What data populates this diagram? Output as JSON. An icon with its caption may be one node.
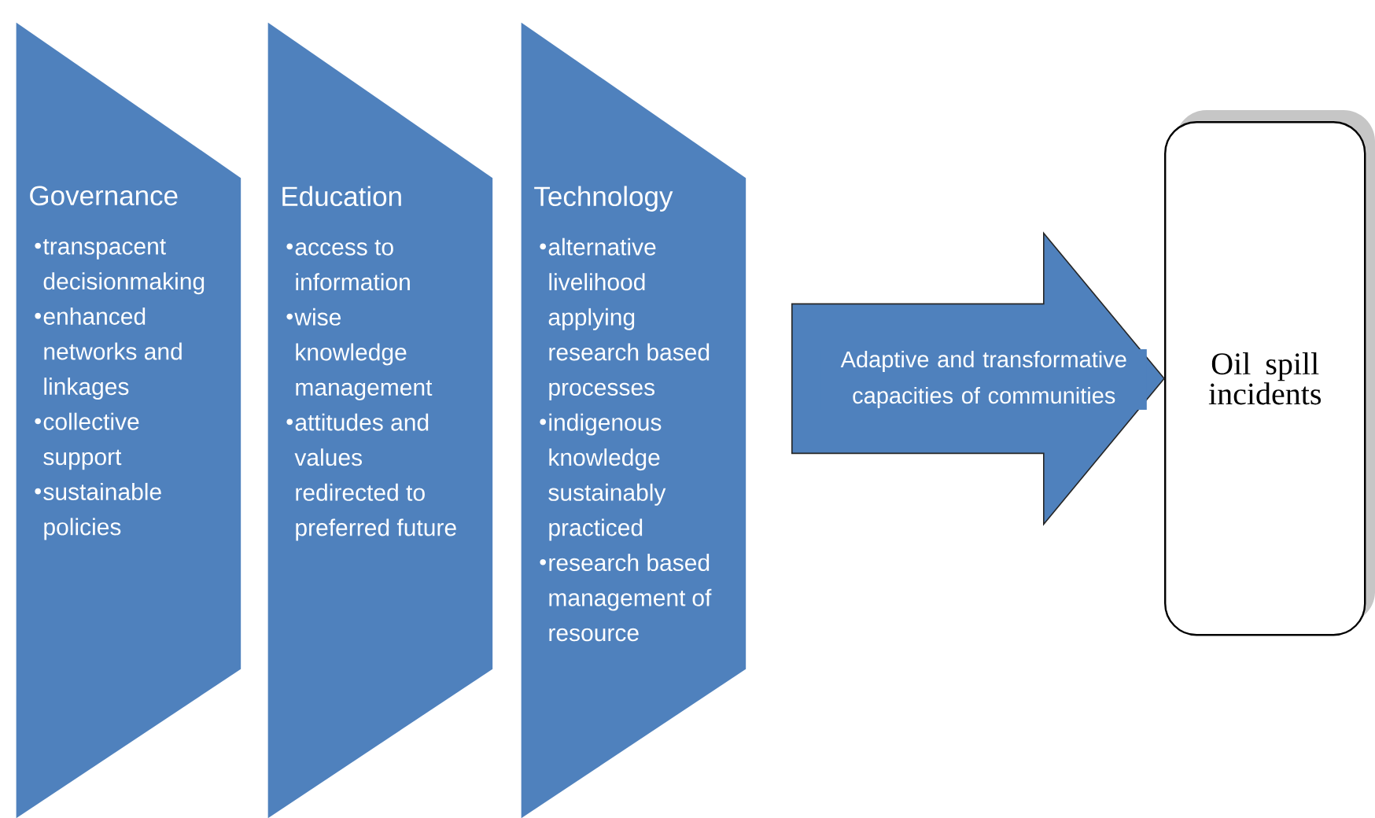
{
  "diagram": {
    "nodes": [
      {
        "text": [
          "Governance",
          "transpacent decisionmaking",
          "enhanced networks and linkages",
          "collective support",
          "sustainable policies"
        ]
      },
      {
        "text": [
          "Education",
          "access to information",
          "wise knowledge management",
          "attitudes and values redirected to preferred future"
        ]
      },
      {
        "text": [
          "Technology",
          "alternative livelihood applying research based processes",
          "indigenous knowledge sustainably practiced",
          "research based management of resource"
        ]
      },
      {
        "text": [
          "Oil spill incidents"
        ]
      }
    ],
    "edges": [
      {
        "from": 2,
        "to": 3,
        "arrow": "to",
        "label": "Adaptive and transformative capacities of communities"
      }
    ]
  }
}
